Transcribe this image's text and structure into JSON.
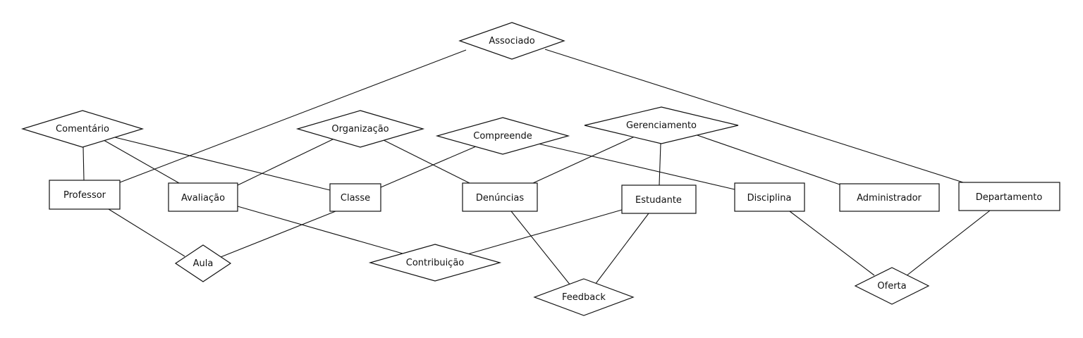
{
  "diagram": {
    "entities": [
      {
        "id": "professor",
        "label": "Professor"
      },
      {
        "id": "avaliacao",
        "label": "Avaliação"
      },
      {
        "id": "classe",
        "label": "Classe"
      },
      {
        "id": "denuncias",
        "label": "Denúncias"
      },
      {
        "id": "estudante",
        "label": "Estudante"
      },
      {
        "id": "disciplina",
        "label": "Disciplina"
      },
      {
        "id": "administrador",
        "label": "Administrador"
      },
      {
        "id": "departamento",
        "label": "Departamento"
      }
    ],
    "relationships": [
      {
        "id": "associado",
        "label": "Associado"
      },
      {
        "id": "comentario",
        "label": "Comentário"
      },
      {
        "id": "organizacao",
        "label": "Organização"
      },
      {
        "id": "compreende",
        "label": "Compreende"
      },
      {
        "id": "gerenciamento",
        "label": "Gerenciamento"
      },
      {
        "id": "aula",
        "label": "Aula"
      },
      {
        "id": "contribuicao",
        "label": "Contribuição"
      },
      {
        "id": "feedback",
        "label": "Feedback"
      },
      {
        "id": "oferta",
        "label": "Oferta"
      }
    ],
    "connections": [
      [
        "associado",
        "professor"
      ],
      [
        "associado",
        "departamento"
      ],
      [
        "comentario",
        "professor"
      ],
      [
        "comentario",
        "avaliacao"
      ],
      [
        "comentario",
        "classe"
      ],
      [
        "organizacao",
        "avaliacao"
      ],
      [
        "organizacao",
        "denuncias"
      ],
      [
        "compreende",
        "classe"
      ],
      [
        "compreende",
        "disciplina"
      ],
      [
        "gerenciamento",
        "denuncias"
      ],
      [
        "gerenciamento",
        "estudante"
      ],
      [
        "gerenciamento",
        "administrador"
      ],
      [
        "aula",
        "professor"
      ],
      [
        "aula",
        "classe"
      ],
      [
        "contribuicao",
        "avaliacao"
      ],
      [
        "contribuicao",
        "estudante"
      ],
      [
        "feedback",
        "denuncias"
      ],
      [
        "feedback",
        "estudante"
      ],
      [
        "oferta",
        "disciplina"
      ],
      [
        "oferta",
        "departamento"
      ]
    ]
  }
}
